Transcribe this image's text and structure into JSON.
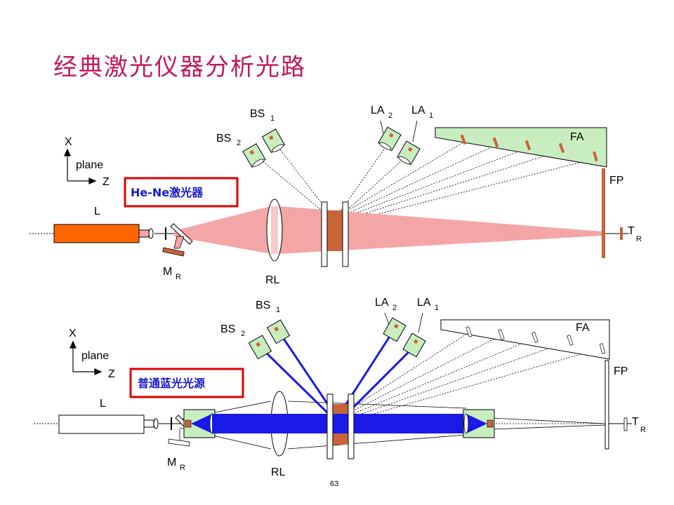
{
  "title": "经典激光仪器分析光路",
  "page_number": "63",
  "colors": {
    "title": "#c0195a",
    "laser_body_top": "#ff6600",
    "laser_beam_top": "#f4a5a5",
    "sample_cell": "#c8643a",
    "detector_fill": "#c8eec0",
    "blue_beam": "#1a1ae6",
    "box_border": "#e00000",
    "box_text": "#1a1ac8"
  },
  "top_diagram": {
    "box_title": "He-Ne激光器",
    "axes": {
      "x": "X",
      "plane": "plane",
      "z": "Z"
    },
    "laser": "L",
    "mirror": {
      "main": "M",
      "sub": "R"
    },
    "lens": "RL",
    "bs2": {
      "main": "BS",
      "sub": "2"
    },
    "bs1": {
      "main": "BS",
      "sub": "1"
    },
    "la2": {
      "main": "LA",
      "sub": "2"
    },
    "la1": {
      "main": "LA",
      "sub": "1"
    },
    "fa": "FA",
    "fp": "FP",
    "tr": {
      "main": "T",
      "sub": "R"
    }
  },
  "bottom_diagram": {
    "box_title": "普通蓝光光源",
    "axes": {
      "x": "X",
      "plane": "plane",
      "z": "Z"
    },
    "laser": "L",
    "mirror": {
      "main": "M",
      "sub": "R"
    },
    "lens": "RL",
    "bs2": {
      "main": "BS",
      "sub": "2"
    },
    "bs1": {
      "main": "BS",
      "sub": "1"
    },
    "la2": {
      "main": "LA",
      "sub": "2"
    },
    "la1": {
      "main": "LA",
      "sub": "1"
    },
    "fa": "FA",
    "fp": "FP",
    "tr": {
      "main": "T",
      "sub": "R"
    }
  }
}
